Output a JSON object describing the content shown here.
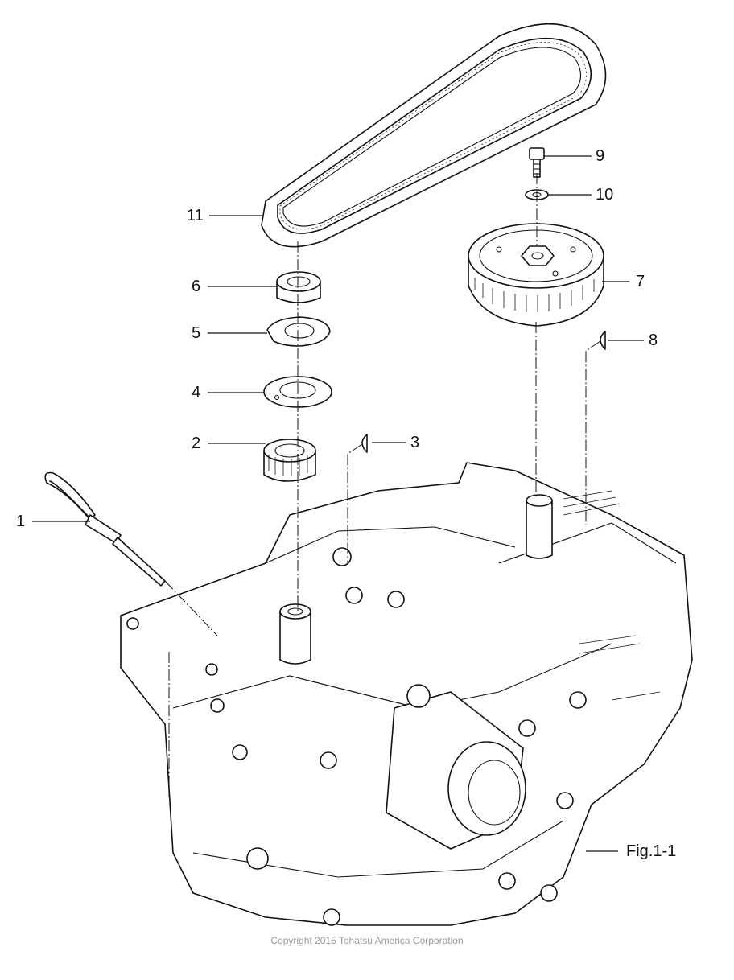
{
  "callouts": [
    {
      "id": "1",
      "label": "1"
    },
    {
      "id": "2",
      "label": "2"
    },
    {
      "id": "3",
      "label": "3"
    },
    {
      "id": "4",
      "label": "4"
    },
    {
      "id": "5",
      "label": "5"
    },
    {
      "id": "6",
      "label": "6"
    },
    {
      "id": "7",
      "label": "7"
    },
    {
      "id": "8",
      "label": "8"
    },
    {
      "id": "9",
      "label": "9"
    },
    {
      "id": "10",
      "label": "10"
    },
    {
      "id": "11",
      "label": "11"
    },
    {
      "id": "fig",
      "label": "Fig.1-1"
    }
  ],
  "copyright": "Copyright 2015 Tohatsu America Corporation"
}
